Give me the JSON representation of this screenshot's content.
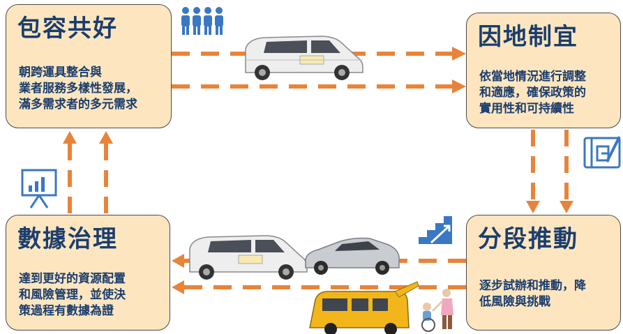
{
  "boxes": {
    "inclusive": {
      "title": "包容共好",
      "lines": [
        "朝跨運具整合與",
        "業者服務多樣性發展，",
        "滿多需求者的多元需求"
      ]
    },
    "local": {
      "title": "因地制宜",
      "lines": [
        "依當地情況進行調整",
        "和適應，確保政策的",
        "實用性和可持續性"
      ]
    },
    "data": {
      "title": "數據治理",
      "lines": [
        "達到更好的資源配置",
        "和風險管理，並使決",
        "策過程有數據為證"
      ]
    },
    "phased": {
      "title": "分段推動",
      "lines": [
        "逐步試辦和推動，降",
        "低風險與挑戰"
      ]
    }
  },
  "icons": [
    "people-icon",
    "blueprint-icon",
    "presentation-chart-icon",
    "stairs-icon"
  ],
  "vehicles": [
    "white-van-top",
    "white-van-bottom",
    "silver-sedan",
    "yellow-accessible-van",
    "wheelchair-caregiver"
  ],
  "colors": {
    "box_fill": "#fde6bf",
    "title_text": "#1b3d6e",
    "arrow": "#e8843a",
    "icon_blue": "#3a78c2"
  }
}
